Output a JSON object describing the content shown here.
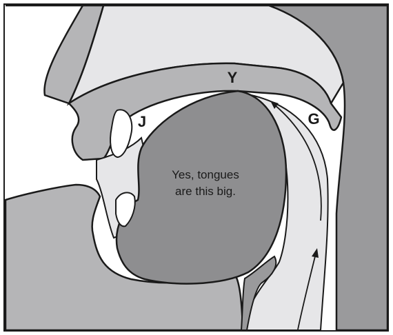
{
  "labels": {
    "y": "Y",
    "j": "J",
    "g": "G"
  },
  "caption": {
    "line1": "Yes, tongues",
    "line2": "are this big."
  },
  "colors": {
    "frame": "#1a1a1a",
    "dark_gray": "#8c8c8c",
    "mid_gray": "#b3b3b3",
    "light_gray": "#e4e4e6",
    "teeth": "#ffffff",
    "background": "#ffffff"
  }
}
